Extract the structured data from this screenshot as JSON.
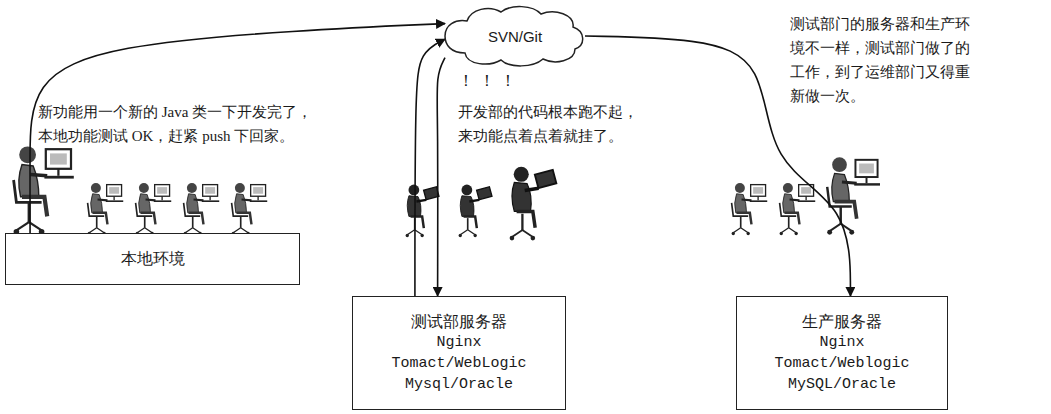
{
  "diagram": {
    "nodes": [
      {
        "text": [
          "SVN/Git"
        ]
      },
      {
        "text": [
          "本地环境"
        ]
      },
      {
        "text": [
          "测试部服务器",
          "Nginx Tomact/WebLogic Mysql/Oracle"
        ]
      },
      {
        "text": [
          "生产服务器",
          "Nginx Tomact/Weblogic MySQL/Oracle"
        ]
      }
    ],
    "edges": [
      {
        "from": 1,
        "to": 0,
        "arrow": "to"
      },
      {
        "from": 0,
        "to": 2,
        "arrow": "to"
      },
      {
        "from": 2,
        "to": 0,
        "arrow": "to"
      },
      {
        "from": 0,
        "to": 3,
        "arrow": "to"
      }
    ],
    "labels": [
      "新功能用一个新的 Java 类一下开发完了， 本地功能测试 OK，赶紧 push 下回家。",
      "！！！",
      "开发部的代码根本跑不起， 来功能点着点着就挂了。",
      "测试部门的服务器和生产环 境不一样，测试部门做了的 工作，到了运维部门又得重 新做一次。"
    ]
  }
}
